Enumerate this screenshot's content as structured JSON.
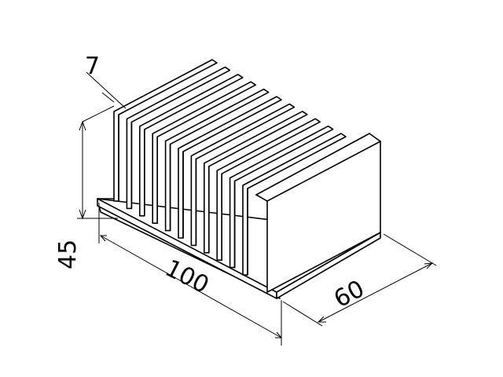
{
  "drawing": {
    "fin_count": 12,
    "dimensions": {
      "fin_thickness": "7",
      "height": "45",
      "length": "100",
      "width": "60"
    }
  }
}
